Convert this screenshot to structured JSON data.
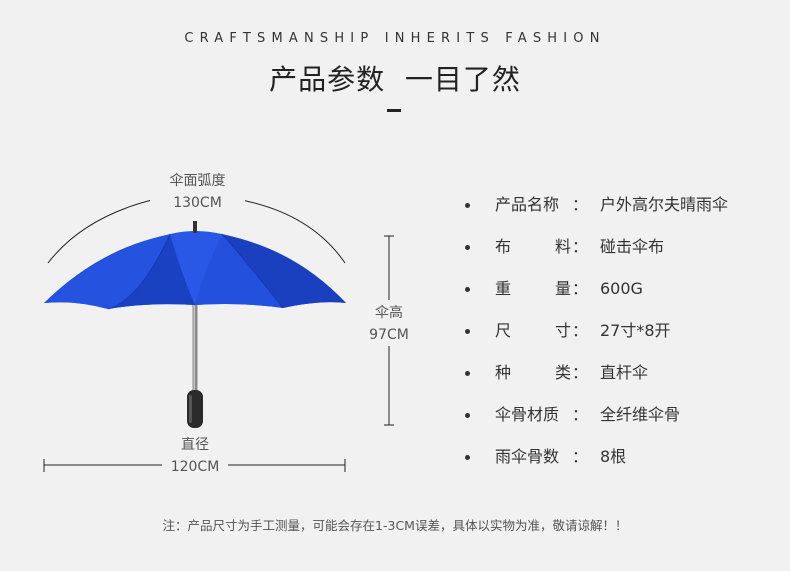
{
  "header": {
    "tagline": "CRAFTSMANSHIP INHERITS FASHION",
    "title": "产品参数  一目了然"
  },
  "dimensions": {
    "arc_label": "伞面弧度",
    "arc_value": "130CM",
    "height_label": "伞高",
    "height_value": "97CM",
    "diameter_label": "直径",
    "diameter_value": "120CM"
  },
  "specs": [
    {
      "key": "产品名称",
      "value": "户外高尔夫晴雨伞",
      "spread": false
    },
    {
      "key": "布料",
      "value": "碰击伞布",
      "spread": true
    },
    {
      "key": "重量",
      "value": "600G",
      "spread": true
    },
    {
      "key": "尺寸",
      "value": "27寸*8开",
      "spread": true
    },
    {
      "key": "种类",
      "value": "直杆伞",
      "spread": true
    },
    {
      "key": "伞骨材质",
      "value": "全纤维伞骨",
      "spread": false
    },
    {
      "key": "雨伞骨数",
      "value": "8根",
      "spread": false
    }
  ],
  "footnote": "注：产品尺寸为手工测量，可能会存在1-3CM误差，具体以实物为准，敬请谅解！！",
  "colors": {
    "canopy": "#1f49d6",
    "canopy_dark": "#1437b0",
    "handle": "#2a2a2a",
    "background": "#f1f1f1"
  }
}
